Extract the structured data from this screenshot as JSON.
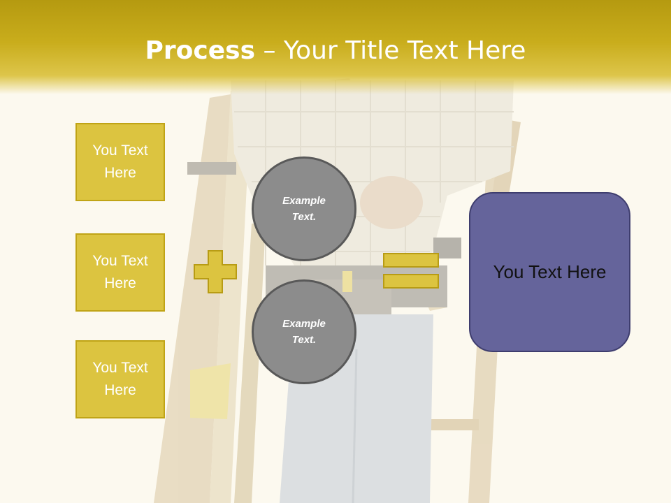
{
  "title": {
    "bold": "Process",
    "rest": " – Your Title Text Here"
  },
  "left_boxes": [
    {
      "line1": "You Text",
      "line2": "Here"
    },
    {
      "line1": "You Text",
      "line2": "Here"
    },
    {
      "line1": "You Text",
      "line2": "Here"
    }
  ],
  "circles": [
    {
      "line1": "Example",
      "line2": "Text."
    },
    {
      "line1": "Example",
      "line2": "Text."
    }
  ],
  "result_box": {
    "text": "You Text Here"
  },
  "icons": {
    "plus": "plus-icon",
    "equals": "equals-icon"
  },
  "colors": {
    "header": "#c9ad1c",
    "box_fill": "#dcc440",
    "circle_fill": "#8c8c8c",
    "result_fill": "#65649b",
    "background": "#fcf9ef"
  }
}
